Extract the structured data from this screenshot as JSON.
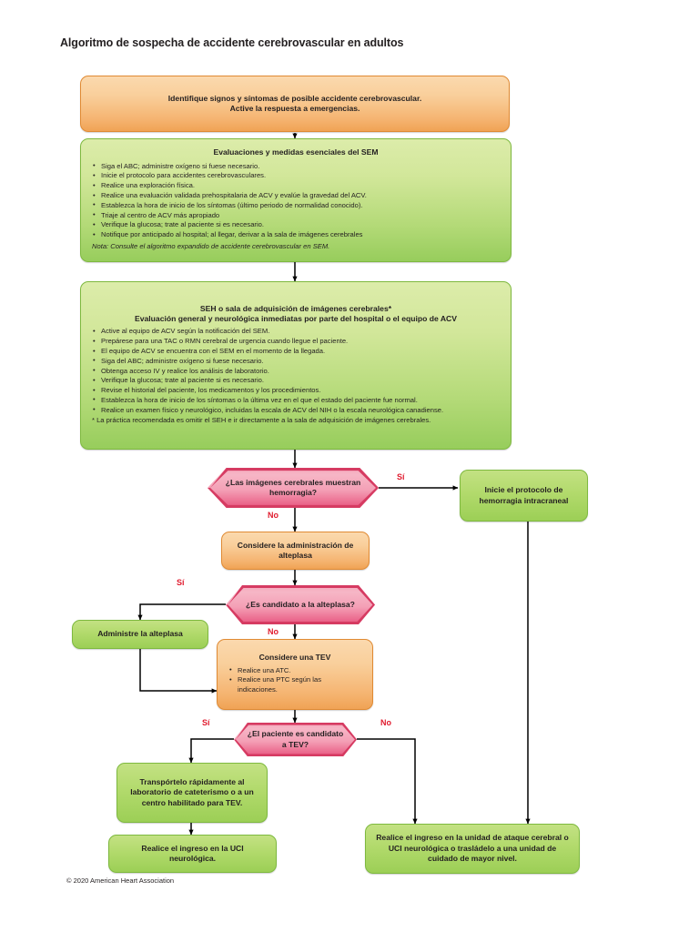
{
  "page": {
    "title": "Algoritmo de sospecha de accidente cerebrovascular en adultos",
    "footer": "© 2020 American Heart Association"
  },
  "colors": {
    "orange_fill": "#f5b471",
    "orange_border": "#e08a33",
    "green_fill": "#b4da78",
    "green_border": "#7eb93f",
    "pink_fill": "#f09bb2",
    "pink_border": "#d63b62",
    "branch_label": "#e01b2e",
    "connector": "#000000",
    "text": "#231f20"
  },
  "chart_data": {
    "type": "diagram",
    "title": "Algoritmo de sospecha de accidente cerebrovascular en adultos",
    "nodes": [
      {
        "id": "n1",
        "shape": "rounded-rect",
        "style": "orange",
        "lines": [
          "Identifique signos y síntomas de posible accidente cerebrovascular.",
          "Active la respuesta a emergencias."
        ]
      },
      {
        "id": "n2",
        "shape": "rounded-rect",
        "style": "green",
        "title": "Evaluaciones y medidas esenciales del SEM",
        "bullets": [
          "Siga el ABC; administre oxígeno si fuese necesario.",
          "Inicie el protocolo para accidentes cerebrovasculares.",
          "Realice una exploración física.",
          "Realice una evaluación validada prehospitalaria de ACV y evalúe la gravedad del ACV.",
          "Establezca la hora de inicio de los síntomas (último periodo de normalidad conocido).",
          "Triaje al centro de ACV más apropiado",
          "Verifique la glucosa; trate al paciente si es necesario.",
          "Notifique por anticipado al hospital; al llegar, derivar a la sala de imágenes cerebrales"
        ],
        "note": "Nota: Consulte el algoritmo expandido de accidente cerebrovascular en SEM."
      },
      {
        "id": "n3",
        "shape": "rounded-rect",
        "style": "green",
        "title": "SEH o sala de adquisición de imágenes cerebrales*",
        "subtitle": "Evaluación general y neurológica inmediatas por parte del hospital o el equipo de ACV",
        "bullets": [
          "Active al equipo de ACV según la notificación del SEM.",
          "Prepárese para una TAC o RMN cerebral de urgencia cuando llegue el paciente.",
          "El equipo de ACV se encuentra con el SEM en el momento de la llegada.",
          "Siga del ABC; administre oxígeno si fuese necesario.",
          "Obtenga acceso IV y realice los análisis de laboratorio.",
          "Verifique la glucosa; trate al paciente si es necesario.",
          "Revise el historial del paciente, los medicamentos y los procedimientos.",
          "Establezca la hora de inicio de los síntomas o la última vez en el que el estado del paciente fue normal.",
          "Realice un examen físico y neurológico, incluidas la escala de ACV del NIH o la escala neurológica canadiense."
        ],
        "footnote": "* La práctica recomendada es omitir el SEH e ir directamente a la sala de adquisición de imágenes cerebrales."
      },
      {
        "id": "d1",
        "shape": "hexagon",
        "style": "pink",
        "lines": [
          "¿Las imágenes",
          "cerebrales muestran",
          "hemorragia?"
        ],
        "branches": [
          {
            "label": "Sí",
            "target": "n4"
          },
          {
            "label": "No",
            "target": "n5"
          }
        ]
      },
      {
        "id": "n4",
        "shape": "rounded-rect",
        "style": "green",
        "lines": [
          "Inicie el protocolo",
          "de hemorragia",
          "intracraneal"
        ]
      },
      {
        "id": "n5",
        "shape": "rounded-rect",
        "style": "orange",
        "lines": [
          "Considere la",
          "administración de alteplasa"
        ]
      },
      {
        "id": "d2",
        "shape": "hexagon",
        "style": "pink",
        "lines": [
          "¿Es candidato a la",
          "alteplasa?"
        ],
        "branches": [
          {
            "label": "Sí",
            "target": "n6"
          },
          {
            "label": "No",
            "target": "n7"
          }
        ]
      },
      {
        "id": "n6",
        "shape": "rounded-rect",
        "style": "green",
        "lines": [
          "Administre la alteplasa"
        ]
      },
      {
        "id": "n7",
        "shape": "rounded-rect",
        "style": "orange",
        "title": "Considere una TEV",
        "bullets": [
          "Realice una ATC.",
          "Realice una PTC según las indicaciones."
        ]
      },
      {
        "id": "d3",
        "shape": "hexagon",
        "style": "pink",
        "lines": [
          "¿El paciente es",
          "candidato a TEV?"
        ],
        "branches": [
          {
            "label": "Sí",
            "target": "n8"
          },
          {
            "label": "No",
            "target": "n10"
          }
        ]
      },
      {
        "id": "n8",
        "shape": "rounded-rect",
        "style": "green",
        "lines": [
          "Transpórtelo rápidamente",
          "al laboratorio de",
          "cateterismo o a un centro",
          "habilitado para TEV."
        ]
      },
      {
        "id": "n9",
        "shape": "rounded-rect",
        "style": "green",
        "lines": [
          "Realice el ingreso en la UCI",
          "neurológica."
        ]
      },
      {
        "id": "n10",
        "shape": "rounded-rect",
        "style": "green",
        "lines": [
          "Realice el ingreso en la unidad de ataque",
          "cerebral o UCI neurológica o trasládelo a",
          "una unidad de cuidado de mayor nivel."
        ]
      }
    ],
    "edges": [
      {
        "from": "n1",
        "to": "n2",
        "label": ""
      },
      {
        "from": "n2",
        "to": "n3",
        "label": ""
      },
      {
        "from": "n3",
        "to": "d1",
        "label": ""
      },
      {
        "from": "d1",
        "to": "n4",
        "label": "Sí"
      },
      {
        "from": "d1",
        "to": "n5",
        "label": "No"
      },
      {
        "from": "n5",
        "to": "d2",
        "label": ""
      },
      {
        "from": "d2",
        "to": "n6",
        "label": "Sí"
      },
      {
        "from": "d2",
        "to": "n7",
        "label": "No"
      },
      {
        "from": "n6",
        "to": "n7",
        "label": ""
      },
      {
        "from": "n7",
        "to": "d3",
        "label": ""
      },
      {
        "from": "d3",
        "to": "n8",
        "label": "Sí"
      },
      {
        "from": "d3",
        "to": "n10",
        "label": "No"
      },
      {
        "from": "n8",
        "to": "n9",
        "label": ""
      },
      {
        "from": "n4",
        "to": "n10",
        "label": ""
      }
    ]
  },
  "nodes": {
    "n1": {
      "line1": "Identifique signos y síntomas de posible accidente cerebrovascular.",
      "line2": "Active la respuesta a emergencias."
    },
    "n2": {
      "title": "Evaluaciones y medidas esenciales del SEM",
      "b1": "Siga el ABC; administre oxígeno si fuese necesario.",
      "b2": "Inicie el protocolo para accidentes cerebrovasculares.",
      "b3": "Realice una exploración física.",
      "b4": "Realice una evaluación validada prehospitalaria de ACV y evalúe la gravedad del ACV.",
      "b5": "Establezca la hora de inicio de los síntomas (último periodo de normalidad conocido).",
      "b6": "Triaje al centro de ACV más apropiado",
      "b7": "Verifique la glucosa; trate al paciente si es necesario.",
      "b8": "Notifique por anticipado al hospital; al llegar, derivar a la sala de imágenes cerebrales",
      "note": "Nota: Consulte el algoritmo expandido de accidente cerebrovascular en SEM."
    },
    "n3": {
      "title": "SEH o sala de adquisición de imágenes cerebrales*",
      "subtitle": "Evaluación general y neurológica inmediatas por parte del hospital o el equipo de ACV",
      "b1": "Active al equipo de ACV según la notificación del SEM.",
      "b2": "Prepárese para una TAC o RMN cerebral de urgencia cuando llegue el paciente.",
      "b3": "El equipo de ACV se encuentra con el SEM en el momento de la llegada.",
      "b4": "Siga del ABC; administre oxígeno si fuese necesario.",
      "b5": "Obtenga acceso IV y realice los análisis de laboratorio.",
      "b6": "Verifique la glucosa; trate al paciente si es necesario.",
      "b7": "Revise el historial del paciente, los medicamentos y los procedimientos.",
      "b8": "Establezca la hora de inicio de los síntomas o la última vez en el que el estado del paciente fue normal.",
      "b9": "Realice un examen físico y neurológico, incluidas la escala de ACV del NIH o la escala neurológica canadiense.",
      "footnote": "* La práctica recomendada es omitir el SEH e ir directamente a la sala de adquisición de imágenes cerebrales."
    },
    "d1": {
      "text": "¿Las imágenes cerebrales muestran hemorragia?"
    },
    "n4": {
      "text": "Inicie el protocolo de hemorragia intracraneal"
    },
    "n5": {
      "text": "Considere la administración de alteplasa"
    },
    "d2": {
      "text": "¿Es candidato a la alteplasa?"
    },
    "n6": {
      "text": "Administre la alteplasa"
    },
    "n7": {
      "title": "Considere una TEV",
      "b1": "Realice una ATC.",
      "b2": "Realice una PTC según las indicaciones."
    },
    "d3": {
      "text": "¿El paciente es candidato a TEV?"
    },
    "n8": {
      "text": "Transpórtelo rápidamente al laboratorio de cateterismo o a un centro habilitado para TEV."
    },
    "n9": {
      "text": "Realice el ingreso en la UCI neurológica."
    },
    "n10": {
      "text": "Realice el ingreso en la unidad de ataque cerebral o UCI neurológica o trasládelo a una unidad de cuidado de mayor nivel."
    }
  },
  "labels": {
    "d1_yes": "Sí",
    "d1_no": "No",
    "d2_yes": "Sí",
    "d2_no": "No",
    "d3_yes": "Sí",
    "d3_no": "No"
  }
}
